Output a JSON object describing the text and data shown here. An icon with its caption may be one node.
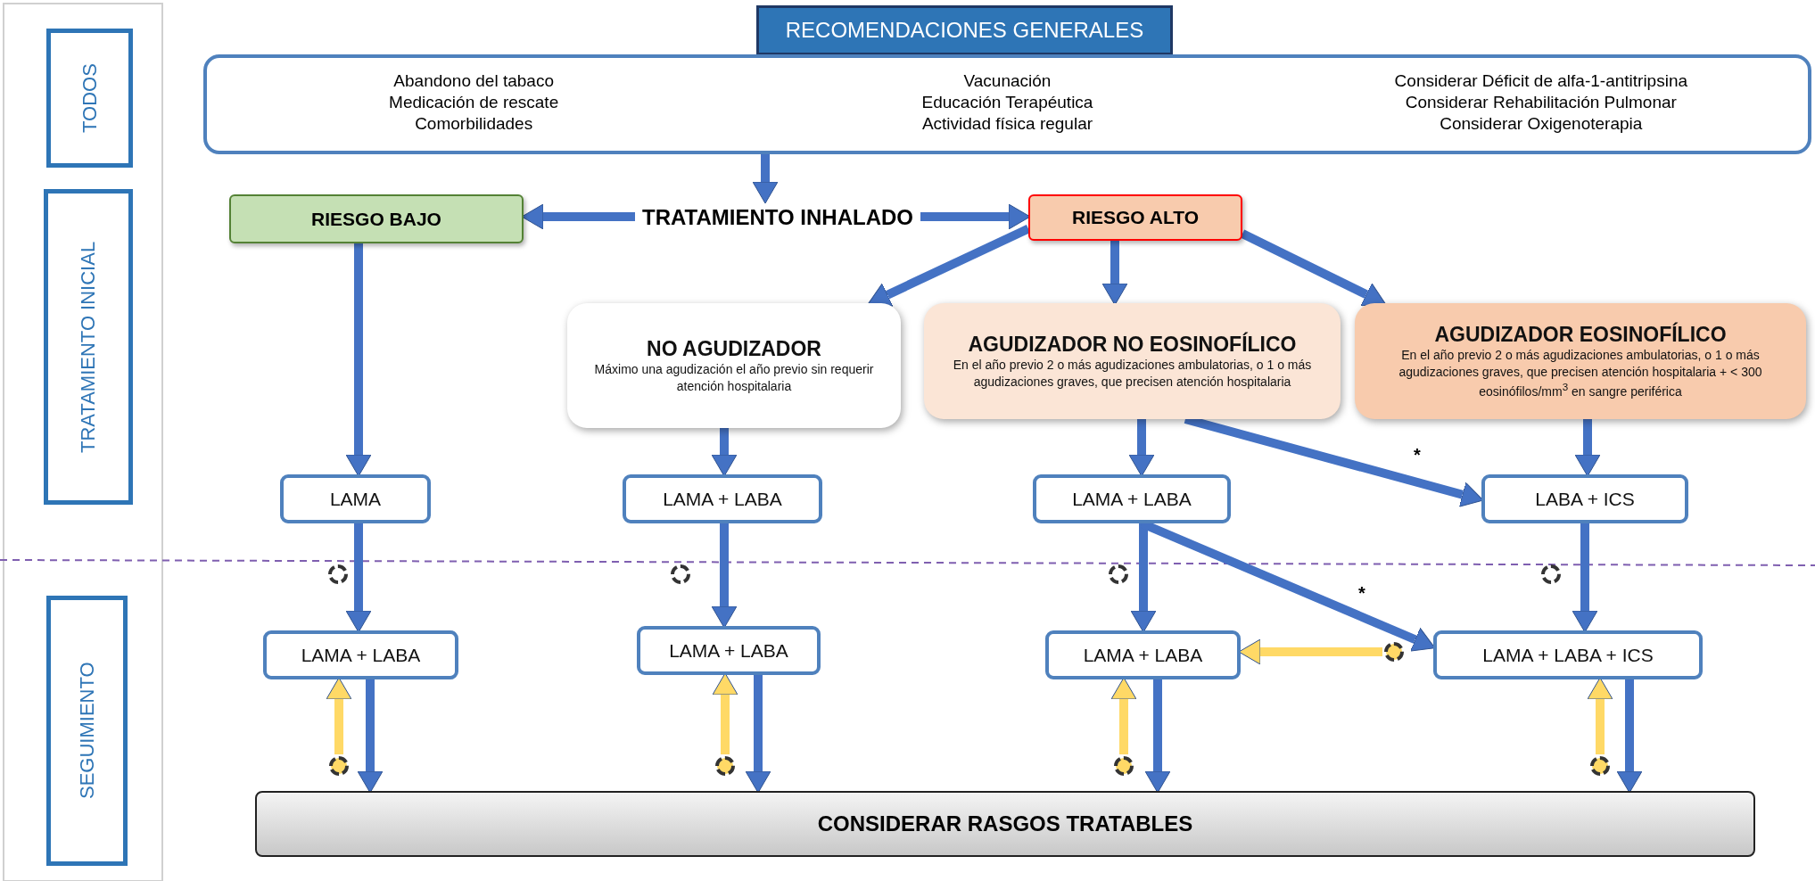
{
  "diagram": {
    "nodes": [
      {
        "text": [
          "TODOS"
        ]
      },
      {
        "text": [
          "TRATAMIENTO INICIAL"
        ]
      },
      {
        "text": [
          "SEGUIMIENTO"
        ]
      },
      {
        "text": [
          "RECOMENDACIONES GENERALES"
        ]
      },
      {
        "text": [
          "Abandono del tabaco",
          "Medicación de rescate",
          "Comorbilidades",
          "Vacunación",
          "Educación Terapéutica",
          "Actividad física regular",
          "Considerar Déficit de alfa-1-antitripsina",
          "Considerar Rehabilitación Pulmonar",
          "Considerar Oxigenoterapia"
        ]
      },
      {
        "text": [
          "TRATAMIENTO INHALADO"
        ]
      },
      {
        "text": [
          "RIESGO BAJO"
        ]
      },
      {
        "text": [
          "RIESGO ALTO"
        ]
      },
      {
        "text": [
          "NO AGUDIZADOR",
          "Máximo una agudización el año previo sin requerir atención hospitalaria"
        ]
      },
      {
        "text": [
          "AGUDIZADOR NO EOSINOFÍLICO",
          "En el año previo 2 o más agudizaciones ambulatorias, o 1 o más agudizaciones graves, que precisen atención hospitalaria"
        ]
      },
      {
        "text": [
          "AGUDIZADOR EOSINOFÍLICO",
          "En el año previo 2 o más agudizaciones ambulatorias, o 1 o más agudizaciones graves, que precisen atención hospitalaria + < 300 eosinófilos/mm$^{3}$ en sangre periférica"
        ]
      },
      {
        "text": [
          "LAMA"
        ]
      },
      {
        "text": [
          "LAMA + LABA"
        ]
      },
      {
        "text": [
          "LAMA + LABA"
        ]
      },
      {
        "text": [
          "LABA + ICS"
        ]
      },
      {
        "text": [
          "LAMA + LABA"
        ]
      },
      {
        "text": [
          "LAMA + LABA"
        ]
      },
      {
        "text": [
          "LAMA + LABA"
        ]
      },
      {
        "text": [
          "LAMA + LABA + ICS"
        ]
      },
      {
        "text": [
          "CONSIDERAR RASGOS TRATABLES"
        ]
      },
      {
        "text": [],
        "shape": "circle"
      },
      {
        "text": [],
        "shape": "circle"
      },
      {
        "text": [],
        "shape": "circle"
      },
      {
        "text": [],
        "shape": "circle"
      },
      {
        "text": [],
        "shape": "circle"
      },
      {
        "text": [],
        "shape": "circle"
      },
      {
        "text": [],
        "shape": "circle"
      },
      {
        "text": [],
        "shape": "circle"
      },
      {
        "text": [],
        "shape": "circle"
      }
    ],
    "edges": [
      {
        "from": 4,
        "to": 5,
        "arrow": "to"
      },
      {
        "from": 5,
        "to": 6,
        "arrow": "to"
      },
      {
        "from": 5,
        "to": 7,
        "arrow": "to"
      },
      {
        "from": 7,
        "to": 8,
        "arrow": "to"
      },
      {
        "from": 7,
        "to": 9,
        "arrow": "to"
      },
      {
        "from": 7,
        "to": 10,
        "arrow": "to"
      },
      {
        "from": 6,
        "to": 11,
        "arrow": "to"
      },
      {
        "from": 8,
        "to": 12,
        "arrow": "to"
      },
      {
        "from": 9,
        "to": 13,
        "arrow": "to"
      },
      {
        "from": 9,
        "to": 14,
        "arrow": "to",
        "label": "*"
      },
      {
        "from": 10,
        "to": 14,
        "arrow": "to"
      },
      {
        "from": 11,
        "to": 15,
        "arrow": "to"
      },
      {
        "from": 12,
        "to": 16,
        "arrow": "to"
      },
      {
        "from": 13,
        "to": 17,
        "arrow": "to"
      },
      {
        "from": 13,
        "to": 18,
        "arrow": "to",
        "label": "*"
      },
      {
        "from": 14,
        "to": 18,
        "arrow": "to"
      },
      {
        "from": 15,
        "to": 19,
        "arrow": "to"
      },
      {
        "from": 16,
        "to": 19,
        "arrow": "to"
      },
      {
        "from": 17,
        "to": 19,
        "arrow": "to"
      },
      {
        "from": 18,
        "to": 19,
        "arrow": "to"
      },
      {
        "from": 24,
        "to": 17,
        "arrow": "to",
        "color": "#ffd966"
      },
      {
        "from": 25,
        "to": 15,
        "arrow": "to",
        "color": "#ffd966"
      },
      {
        "from": 26,
        "to": 16,
        "arrow": "to",
        "color": "#ffd966"
      },
      {
        "from": 27,
        "to": 17,
        "arrow": "to",
        "color": "#ffd966"
      },
      {
        "from": 28,
        "to": 18,
        "arrow": "to",
        "color": "#ffd966"
      }
    ]
  }
}
